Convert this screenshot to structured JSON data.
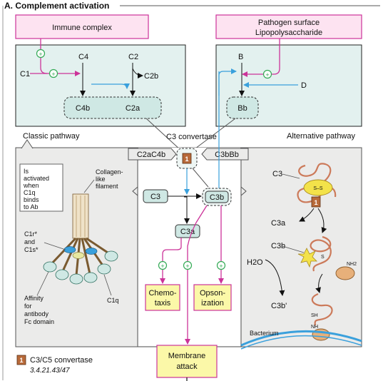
{
  "section_title": "A. Complement activation",
  "boxes": {
    "immune_complex": "Immune complex",
    "pathogen_line1": "Pathogen surface",
    "pathogen_line2": "Lipopolysaccharide"
  },
  "classic": {
    "c1": "C1",
    "c4": "C4",
    "c2": "C2",
    "c2b": "C2b",
    "c4b": "C4b",
    "c2a": "C2a",
    "label": "Classic pathway"
  },
  "alternative": {
    "b": "B",
    "d": "D",
    "bb": "Bb",
    "label": "Alternative pathway"
  },
  "convertase": {
    "label": "C3 convertase",
    "left_tag": "C2aC4b",
    "right_tag": "C3bBb",
    "enzyme_number": "1"
  },
  "center": {
    "c3": "C3",
    "c3b": "C3b",
    "c3a": "C3a",
    "chemotaxis_l1": "Chemo-",
    "chemotaxis_l2": "taxis",
    "opsonization_l1": "Opson-",
    "opsonization_l2": "ization",
    "membrane_l1": "Membrane",
    "membrane_l2": "attack"
  },
  "left_panel": {
    "callout_l1": "Is",
    "callout_l2": "activated",
    "callout_l3": "when",
    "callout_l4": "C1q",
    "callout_l5": "binds",
    "callout_l6": "to Ab",
    "collagen_l1": "Collagen-",
    "collagen_l2": "like",
    "collagen_l3": "filament",
    "c1r_l1": "C1r*",
    "c1r_l2": "and",
    "c1r_l3": "C1s*",
    "affinity_l1": "Affinity",
    "affinity_l2": "for",
    "affinity_l3": "antibody",
    "affinity_l4": "Fc domain",
    "c1q": "C1q"
  },
  "right_panel": {
    "c3": "C3",
    "c3a": "C3a",
    "c3b": "C3b",
    "h2o": "H2O",
    "c3b_prime": "C3b'",
    "bacterium": "Bacterium",
    "nh2": "NH2",
    "sh": "SH",
    "nh": "NH",
    "enzyme_number": "1"
  },
  "legend": {
    "enzyme_number": "1",
    "name": "C3/C5 convertase",
    "ec": "3.4.21.43/47"
  },
  "colors": {
    "magenta": "#cc3399",
    "cyan": "#3aa0dc",
    "green": "#33aa55",
    "panel_teal": "#e3f1ef",
    "panel_gray": "#ebebea",
    "pink_box": "#fde3f1",
    "yellow_box": "#fbf8a8",
    "enzyme_brown": "#b86a3a"
  }
}
